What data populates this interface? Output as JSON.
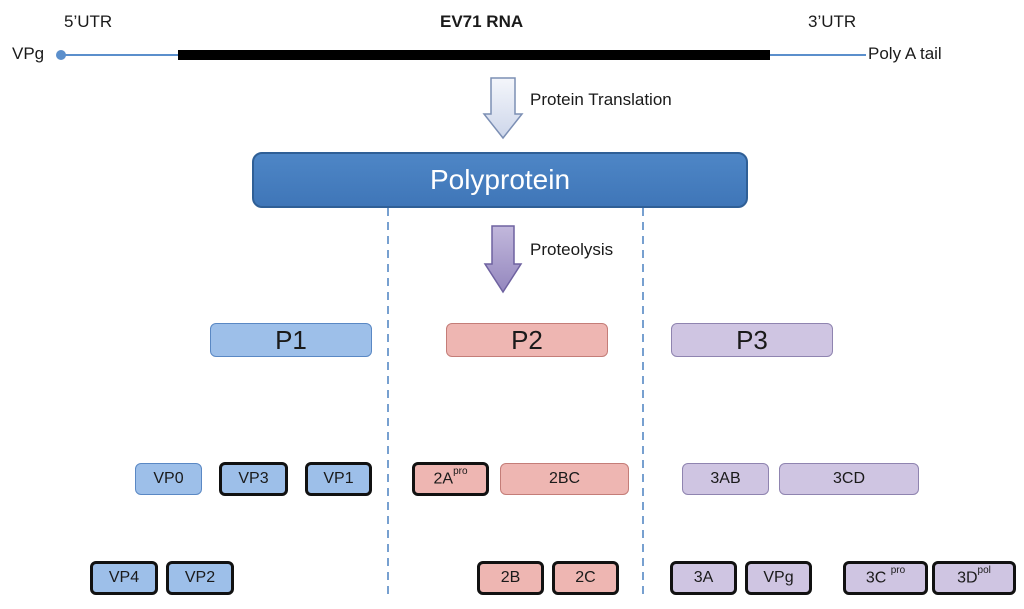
{
  "rna": {
    "left_label": "5’UTR",
    "title": "EV71 RNA",
    "right_label": "3’UTR",
    "cap_label": "VPg",
    "tail_label": "Poly A tail"
  },
  "steps": {
    "translation": "Protein Translation",
    "proteolysis": "Proteolysis"
  },
  "polyprotein": "Polyprotein",
  "regions": {
    "p1": "P1",
    "p2": "P2",
    "p3": "P3"
  },
  "intermediates": {
    "vp0": "VP0",
    "vp3": "VP3",
    "vp1": "VP1",
    "a2_base": "2A",
    "a2_sup": "pro",
    "bc2": "2BC",
    "ab3": "3AB",
    "cd3": "3CD"
  },
  "mature": {
    "vp4": "VP4",
    "vp2": "VP2",
    "b2": "2B",
    "c2": "2C",
    "a3": "3A",
    "vpg": "VPg",
    "c3_base": "3C ",
    "c3_sup": "pro",
    "d3_base": "3D",
    "d3_sup": "pol"
  },
  "colors": {
    "rna_line": "#000000",
    "utr_line": "#5b8fcc",
    "polyprotein": "#4a80c0",
    "p1": "#9dbfe9",
    "p2": "#eeb6b2",
    "p3": "#cfc5e2",
    "arrow_translation": "#dde3f1",
    "arrow_proteolysis": "#a99bc8"
  }
}
